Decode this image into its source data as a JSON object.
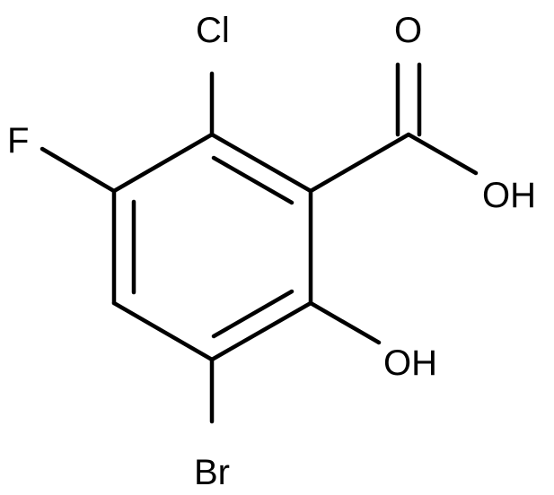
{
  "labels": {
    "chlorine": "Cl",
    "fluorine": "F",
    "carbonyl_oxygen": "O",
    "acid_hydroxyl": "OH",
    "phenol_hydroxyl": "OH",
    "bromine": "Br"
  }
}
